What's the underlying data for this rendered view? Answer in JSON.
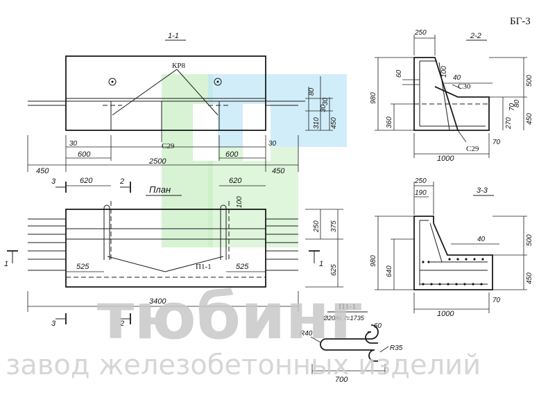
{
  "sheet_code": "БГ-3",
  "sections": {
    "s11": "1-1",
    "s22": "2-2",
    "s33": "3-3",
    "plan": "План"
  },
  "callouts": {
    "kr8": "КР8",
    "c29_a": "С29",
    "c29_b": "С29",
    "c30": "С30",
    "p11_plan": "П1-1",
    "p11_title": "П1-1",
    "p11_spec": "Ø20АI, ℓ=1735"
  },
  "section_marks": {
    "m3_top": "3",
    "m2_top": "2",
    "m3_bot": "3",
    "m2_bot": "2",
    "m1_left": "1",
    "m1_right": "1"
  },
  "dims_elevation": {
    "d30_l": "30",
    "d600_l": "600",
    "d600_r": "600",
    "d30_r": "30",
    "d450_l": "450",
    "d2500": "2500",
    "d450_r": "450",
    "d80": "80",
    "d310": "310",
    "d30a": "30",
    "d30b": "30",
    "d450_v": "450"
  },
  "dims_plan": {
    "d620_l": "620",
    "d620_r": "620",
    "d100": "100",
    "d250": "250",
    "d375": "375",
    "d625": "625",
    "d525_l": "525",
    "d525_r": "525",
    "d3400": "3400"
  },
  "dims_s22": {
    "d250": "250",
    "d60": "60",
    "d100": "100",
    "d40": "40",
    "d980": "980",
    "d500": "500",
    "d360": "360",
    "d270": "270",
    "d70a": "70",
    "d80": "80",
    "d450": "450",
    "d1000": "1000",
    "d70b": "70"
  },
  "dims_s33": {
    "d250": "250",
    "d190": "190",
    "d40": "40",
    "d980": "980",
    "d640": "640",
    "d500": "500",
    "d450": "450",
    "d1000": "1000",
    "d70": "70"
  },
  "dims_detail": {
    "r40": "R40",
    "d60": "60",
    "r35": "R35",
    "d700": "700"
  },
  "watermark": {
    "brand": "тюбинг",
    "subtitle": "завод железобетонных изделий",
    "logo_colors": [
      "#c9efc5",
      "#bde6f7"
    ]
  }
}
